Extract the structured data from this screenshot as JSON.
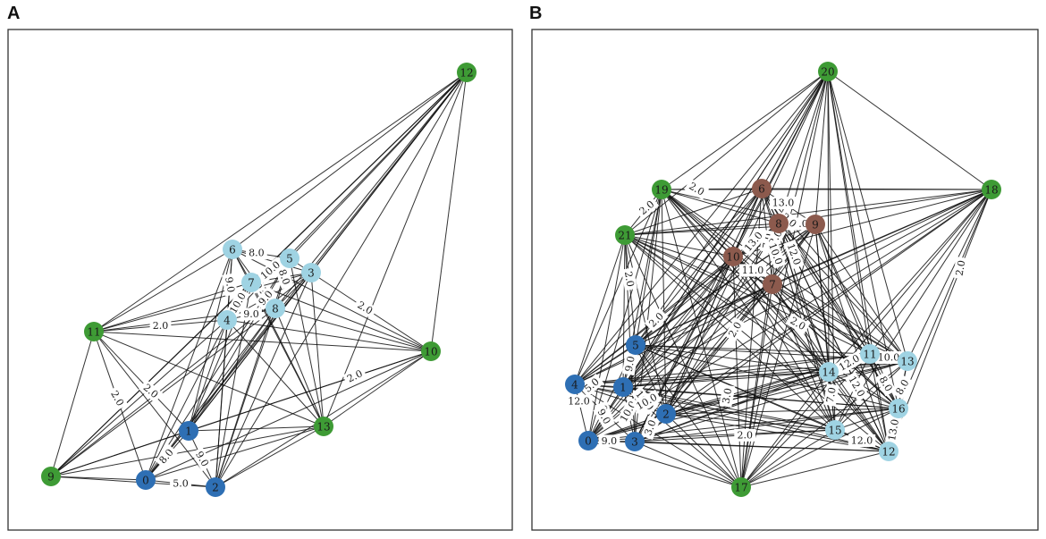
{
  "colors": {
    "dark_blue": "#2e6fb4",
    "light_blue": "#9fd3e3",
    "green": "#3e9b35",
    "brown": "#8c5a4d"
  },
  "panels": [
    {
      "letter": "A",
      "nodes": [
        {
          "id": "0",
          "color": "dark_blue"
        },
        {
          "id": "1",
          "color": "dark_blue"
        },
        {
          "id": "2",
          "color": "dark_blue"
        },
        {
          "id": "3",
          "color": "light_blue"
        },
        {
          "id": "4",
          "color": "light_blue"
        },
        {
          "id": "5",
          "color": "light_blue"
        },
        {
          "id": "6",
          "color": "light_blue"
        },
        {
          "id": "7",
          "color": "light_blue"
        },
        {
          "id": "8",
          "color": "light_blue"
        },
        {
          "id": "9",
          "color": "green"
        },
        {
          "id": "10",
          "color": "green"
        },
        {
          "id": "11",
          "color": "green"
        },
        {
          "id": "12",
          "color": "green"
        },
        {
          "id": "13",
          "color": "green"
        }
      ],
      "edge_labels": [
        "8.0",
        "10.0",
        "8.0",
        "9.0",
        "8.0",
        "9.0",
        "10.0",
        "9.0",
        "2.0",
        "2.0",
        "2.0",
        "2.0",
        "2.0",
        "8.0",
        "9.0",
        "5.0"
      ]
    },
    {
      "letter": "B",
      "nodes": [
        {
          "id": "0",
          "color": "dark_blue"
        },
        {
          "id": "1",
          "color": "dark_blue"
        },
        {
          "id": "2",
          "color": "dark_blue"
        },
        {
          "id": "3",
          "color": "dark_blue"
        },
        {
          "id": "4",
          "color": "dark_blue"
        },
        {
          "id": "5",
          "color": "dark_blue"
        },
        {
          "id": "6",
          "color": "brown"
        },
        {
          "id": "7",
          "color": "brown"
        },
        {
          "id": "8",
          "color": "brown"
        },
        {
          "id": "9",
          "color": "brown"
        },
        {
          "id": "10",
          "color": "brown"
        },
        {
          "id": "11",
          "color": "light_blue"
        },
        {
          "id": "12",
          "color": "light_blue"
        },
        {
          "id": "13",
          "color": "light_blue"
        },
        {
          "id": "14",
          "color": "light_blue"
        },
        {
          "id": "15",
          "color": "light_blue"
        },
        {
          "id": "16",
          "color": "light_blue"
        },
        {
          "id": "17",
          "color": "green"
        },
        {
          "id": "18",
          "color": "green"
        },
        {
          "id": "19",
          "color": "green"
        },
        {
          "id": "20",
          "color": "green"
        },
        {
          "id": "21",
          "color": "green"
        }
      ],
      "edge_labels": [
        "13.0",
        "11.0",
        "7.0",
        "13.0",
        "12.0",
        "10.0",
        "12.0",
        "11.0",
        "2.0",
        "2.0",
        "2.0",
        "2.0",
        "2.0",
        "2.0",
        "2.0",
        "2.0",
        "5.0",
        "9.0",
        "12.0",
        "10.0",
        "9.0",
        "10.0",
        "3.0",
        "9.0",
        "9.0",
        "10.0",
        "12.0",
        "10.0",
        "8.0",
        "7.0",
        "12.0",
        "13.0",
        "8.0",
        "12.0",
        "3.0",
        "2.0"
      ]
    }
  ]
}
